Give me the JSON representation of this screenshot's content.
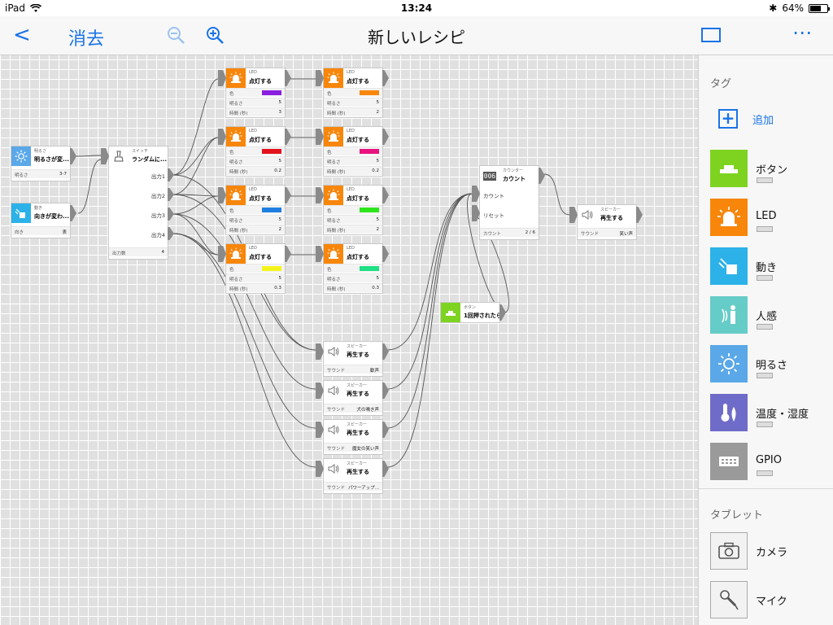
{
  "status_bar": {
    "device": "iPad",
    "time": "13:24",
    "battery": "64%",
    "battery_level": 0.64
  },
  "nav": {
    "back_label": "<",
    "clear_label": "消去",
    "title": "新しいレシピ"
  },
  "colors": {
    "orange": "#f7860b",
    "blue": "#2cb2e8",
    "light_blue": "#5aa8e8",
    "green": "#7ed321",
    "teal": "#66ccc7",
    "purple": "#6f6cc9",
    "gray": "#9a9a9a",
    "port": "#8a8a8a"
  },
  "nodes": {
    "brightness": {
      "category": "明るさ",
      "name": "明るさが変...",
      "param_key": "明るさ",
      "param_val": "3-7"
    },
    "motion": {
      "category": "動き",
      "name": "向きが変わ...",
      "param_key": "向き",
      "param_val": "表"
    },
    "switch": {
      "category": "スイッチ",
      "name": "ランダムに...",
      "outputs": [
        "出力1",
        "出力2",
        "出力3",
        "出力4"
      ],
      "param_key": "出力数",
      "param_val": "4"
    },
    "led_param_labels": {
      "color": "色",
      "brightness": "明るさ",
      "duration": "時間 (秒)"
    },
    "leds": [
      {
        "category": "LED",
        "name": "点灯する",
        "color": "#8a1de0",
        "brightness": "5",
        "duration": "3"
      },
      {
        "category": "LED",
        "name": "点灯する",
        "color": "#f7860b",
        "brightness": "5",
        "duration": "2"
      },
      {
        "category": "LED",
        "name": "点灯する",
        "color": "#e3121d",
        "brightness": "5",
        "duration": "0.2"
      },
      {
        "category": "LED",
        "name": "点灯する",
        "color": "#e8137f",
        "brightness": "5",
        "duration": "0.2"
      },
      {
        "category": "LED",
        "name": "点灯する",
        "color": "#1f7fe0",
        "brightness": "5",
        "duration": "2"
      },
      {
        "category": "LED",
        "name": "点灯する",
        "color": "#2ee61c",
        "brightness": "5",
        "duration": "2"
      },
      {
        "category": "LED",
        "name": "点灯する",
        "color": "#f4f41a",
        "brightness": "5",
        "duration": "0.3"
      },
      {
        "category": "LED",
        "name": "点灯する",
        "color": "#1ee084",
        "brightness": "5",
        "duration": "0.3"
      }
    ],
    "speakers": [
      {
        "category": "スピーカー",
        "name": "再生する",
        "param_key": "サウンド",
        "param_val": "歓声"
      },
      {
        "category": "スピーカー",
        "name": "再生する",
        "param_key": "サウンド",
        "param_val": "犬の鳴き声"
      },
      {
        "category": "スピーカー",
        "name": "再生する",
        "param_key": "サウンド",
        "param_val": "魔女の笑い声"
      },
      {
        "category": "スピーカー",
        "name": "再生する",
        "param_key": "サウンド",
        "param_val": "パワーアップ..."
      }
    ],
    "button": {
      "category": "ボタン",
      "name": "1回押されたら"
    },
    "counter": {
      "category": "カウンター",
      "name": "カウント",
      "display": "006",
      "inputs": [
        "カウント",
        "リセット"
      ],
      "param_key": "カウント",
      "param_val": "2 / 6"
    },
    "final_speaker": {
      "category": "スピーカー",
      "name": "再生する",
      "param_key": "サウンド",
      "param_val": "笑い声"
    }
  },
  "sidebar": {
    "tags_header": "タグ",
    "add_label": "追加",
    "tags": [
      {
        "label": "ボタン",
        "icon": "button-icon",
        "color": "#7ed321"
      },
      {
        "label": "LED",
        "icon": "led-icon",
        "color": "#f7860b"
      },
      {
        "label": "動き",
        "icon": "motion-icon",
        "color": "#2cb2e8"
      },
      {
        "label": "人感",
        "icon": "human-sensor-icon",
        "color": "#66ccc7"
      },
      {
        "label": "明るさ",
        "icon": "brightness-icon",
        "color": "#5aa8e8"
      },
      {
        "label": "温度・湿度",
        "icon": "thermometer-icon",
        "color": "#6f6cc9"
      },
      {
        "label": "GPIO",
        "icon": "gpio-icon",
        "color": "#9a9a9a"
      }
    ],
    "tablet_header": "タブレット",
    "tablet_items": [
      {
        "label": "カメラ",
        "icon": "camera-icon"
      },
      {
        "label": "マイク",
        "icon": "microphone-icon"
      }
    ]
  }
}
